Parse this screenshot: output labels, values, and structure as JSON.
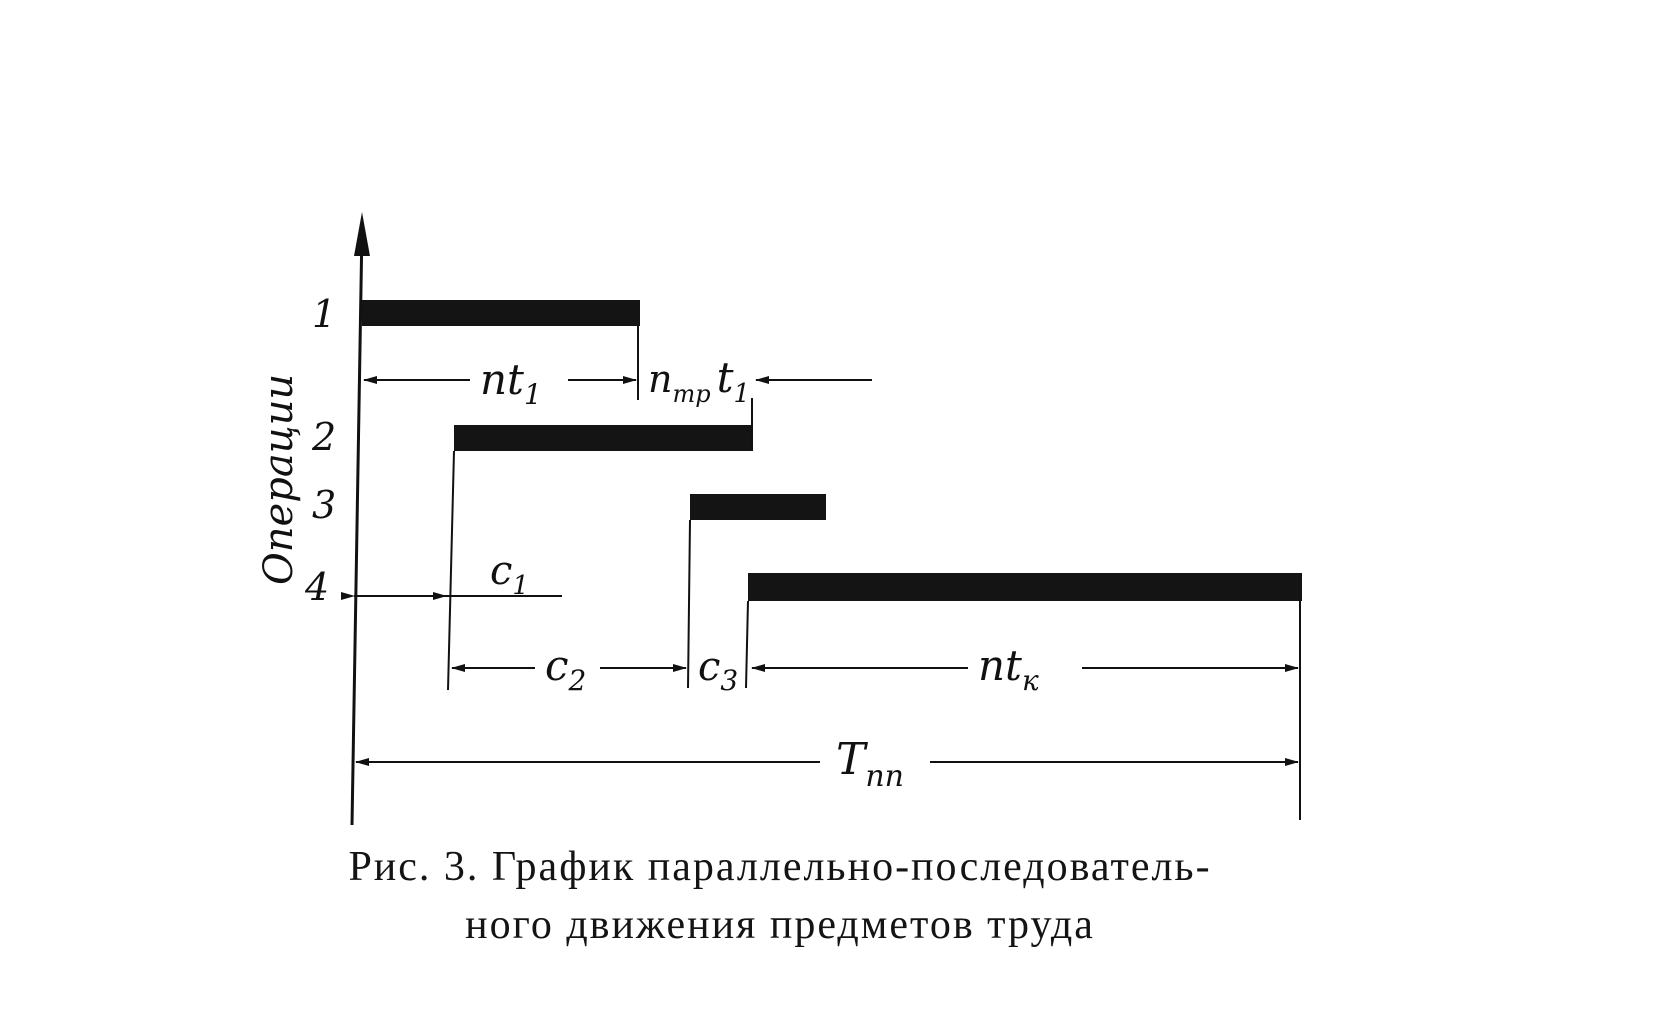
{
  "axis": {
    "y_label": "Операции"
  },
  "operations": [
    {
      "label": "1"
    },
    {
      "label": "2"
    },
    {
      "label": "3"
    },
    {
      "label": "4"
    }
  ],
  "dimensions": {
    "nt1": {
      "main": "nt",
      "sub": "1"
    },
    "ntp_t1": {
      "main": "n",
      "sub": "тр",
      "main2": "t",
      "sub2": "1"
    },
    "c1": {
      "main": "c",
      "sub": "1"
    },
    "c2": {
      "main": "c",
      "sub": "2"
    },
    "c3": {
      "main": "c",
      "sub": "3"
    },
    "ntk": {
      "main": "nt",
      "sub": "к"
    },
    "tpp": {
      "main": "T",
      "sub": "пп"
    }
  },
  "caption": {
    "line1": "Рис. 3. График параллельно-последователь-",
    "line2": "ного движения предметов труда"
  },
  "colors": {
    "ink": "#141414",
    "paper": "#ffffff"
  }
}
